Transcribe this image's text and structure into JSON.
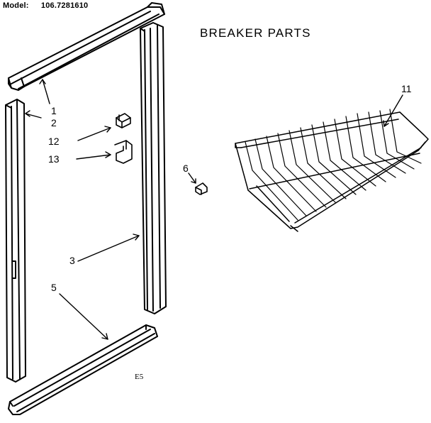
{
  "header": {
    "model_label": "Model:",
    "model_number": "106.7281610"
  },
  "title": "BREAKER PARTS",
  "callouts": {
    "c1": "1",
    "c2": "2",
    "c12": "12",
    "c13": "13",
    "c3": "3",
    "c5": "5",
    "c6": "6",
    "c11": "11"
  },
  "footer_code": "E5",
  "colors": {
    "ink": "#000000",
    "paper": "#ffffff"
  }
}
